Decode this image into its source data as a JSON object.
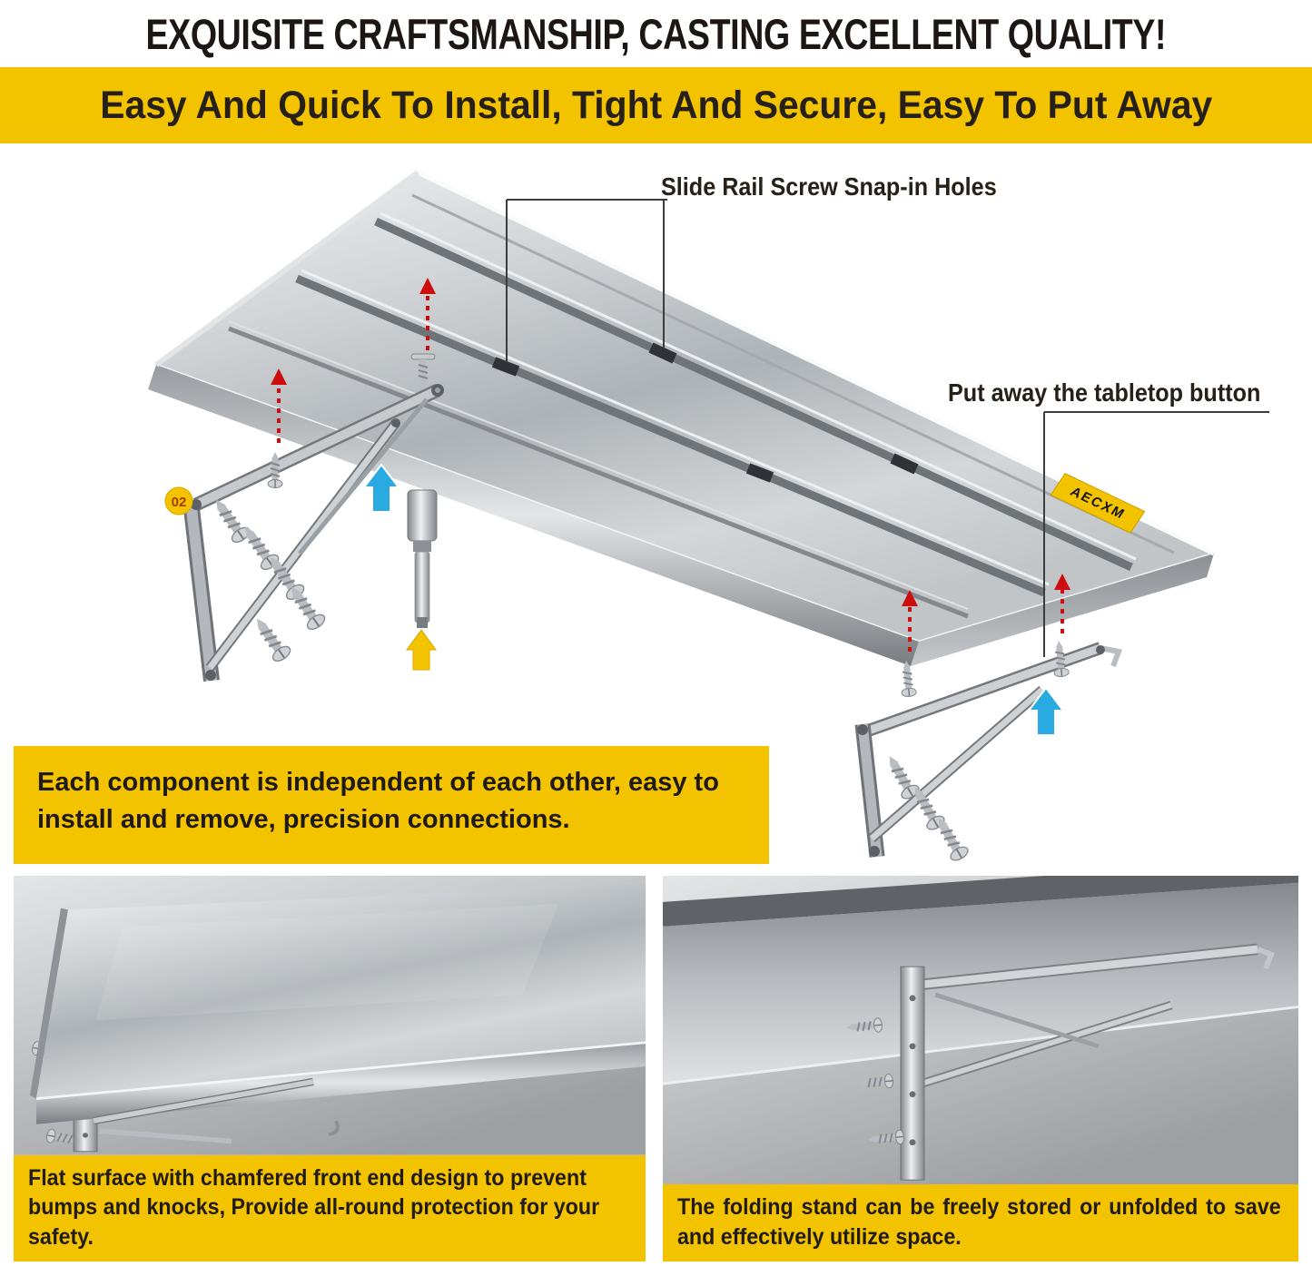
{
  "page": {
    "headline": "EXQUISITE CRAFTSMANSHIP, CASTING EXCELLENT QUALITY!",
    "banner": "Easy And Quick To Install, Tight And Secure, Easy To Put Away"
  },
  "hero": {
    "callouts": {
      "slide_rail": "Slide Rail Screw Snap-in Holes",
      "put_away": "Put away the tabletop button"
    },
    "badge": "02",
    "brand_tag": "AECXM"
  },
  "feature_box": {
    "text": "Each component is independent of each other, easy to install and remove, precision connections."
  },
  "panels": {
    "left_caption": "Flat surface with chamfered front end design to prevent bumps and knocks, Provide all-round protection for your safety.",
    "right_caption": "The folding stand can be freely stored or unfolded to save and effectively utilize space."
  },
  "colors": {
    "accent_yellow": "#F3C300",
    "text_dark": "#231F20",
    "arrow_red": "#CE0E0E",
    "arrow_blue": "#29ABE2",
    "steel_light": "#E8EAEC",
    "steel_dark": "#7D8185"
  }
}
